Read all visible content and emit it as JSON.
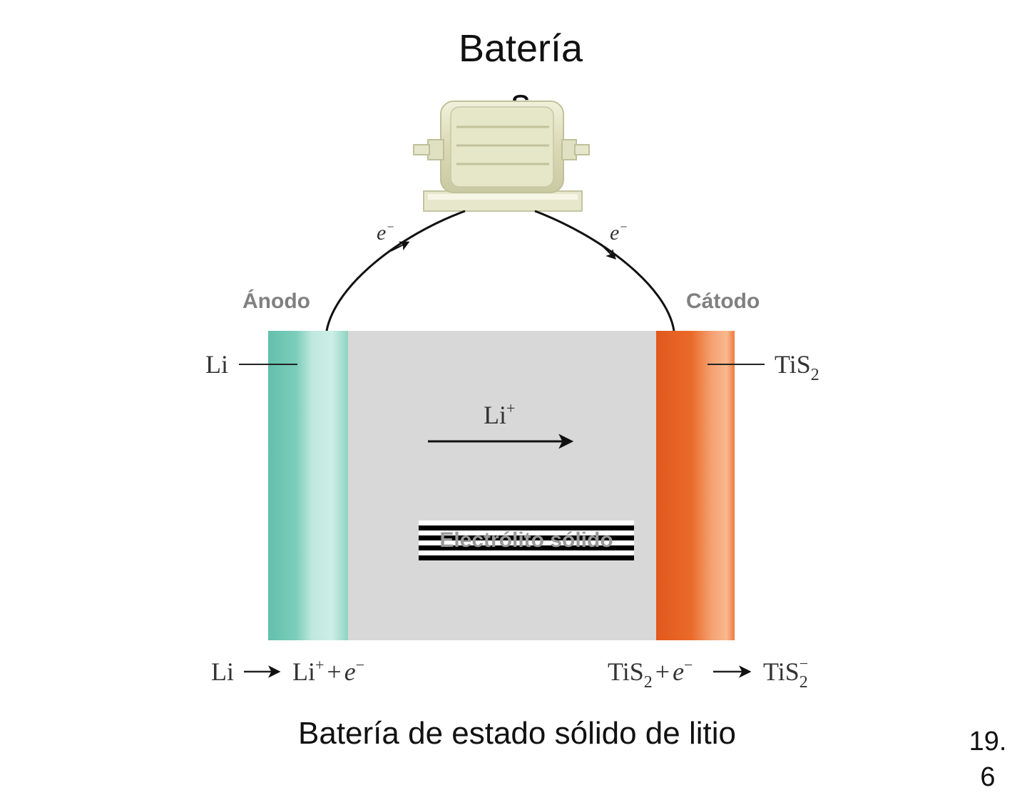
{
  "slide": {
    "title": "Baterías",
    "caption": "Batería de estado sólido de litio",
    "slide_number": "19.6"
  },
  "diagram": {
    "anode_label": "Ánodo",
    "cathode_label": "Cátodo",
    "anode_material": "Li",
    "cathode_material": "TiS",
    "cathode_material_sub": "2",
    "electron_left": "e",
    "electron_right": "e",
    "electron_charge": "−",
    "ion_label": "Li",
    "ion_charge": "+",
    "electrolyte_label": "Electrólito sólido",
    "anode_reaction": {
      "reactant": "Li",
      "product_ion": "Li",
      "product_ion_charge": "+",
      "plus": "+",
      "electron": "e",
      "electron_charge": "−"
    },
    "cathode_reaction": {
      "reactant": "TiS",
      "reactant_sub": "2",
      "plus": "+",
      "electron": "e",
      "electron_charge": "−",
      "product": "TiS",
      "product_sub": "2",
      "product_charge": "−"
    },
    "colors": {
      "anode": "#6cc4b2",
      "cathode": "#e85c1e",
      "electrolyte": "#d8d8d8",
      "motor": "#dcdcb8"
    },
    "icons": [
      "motor-icon"
    ]
  }
}
